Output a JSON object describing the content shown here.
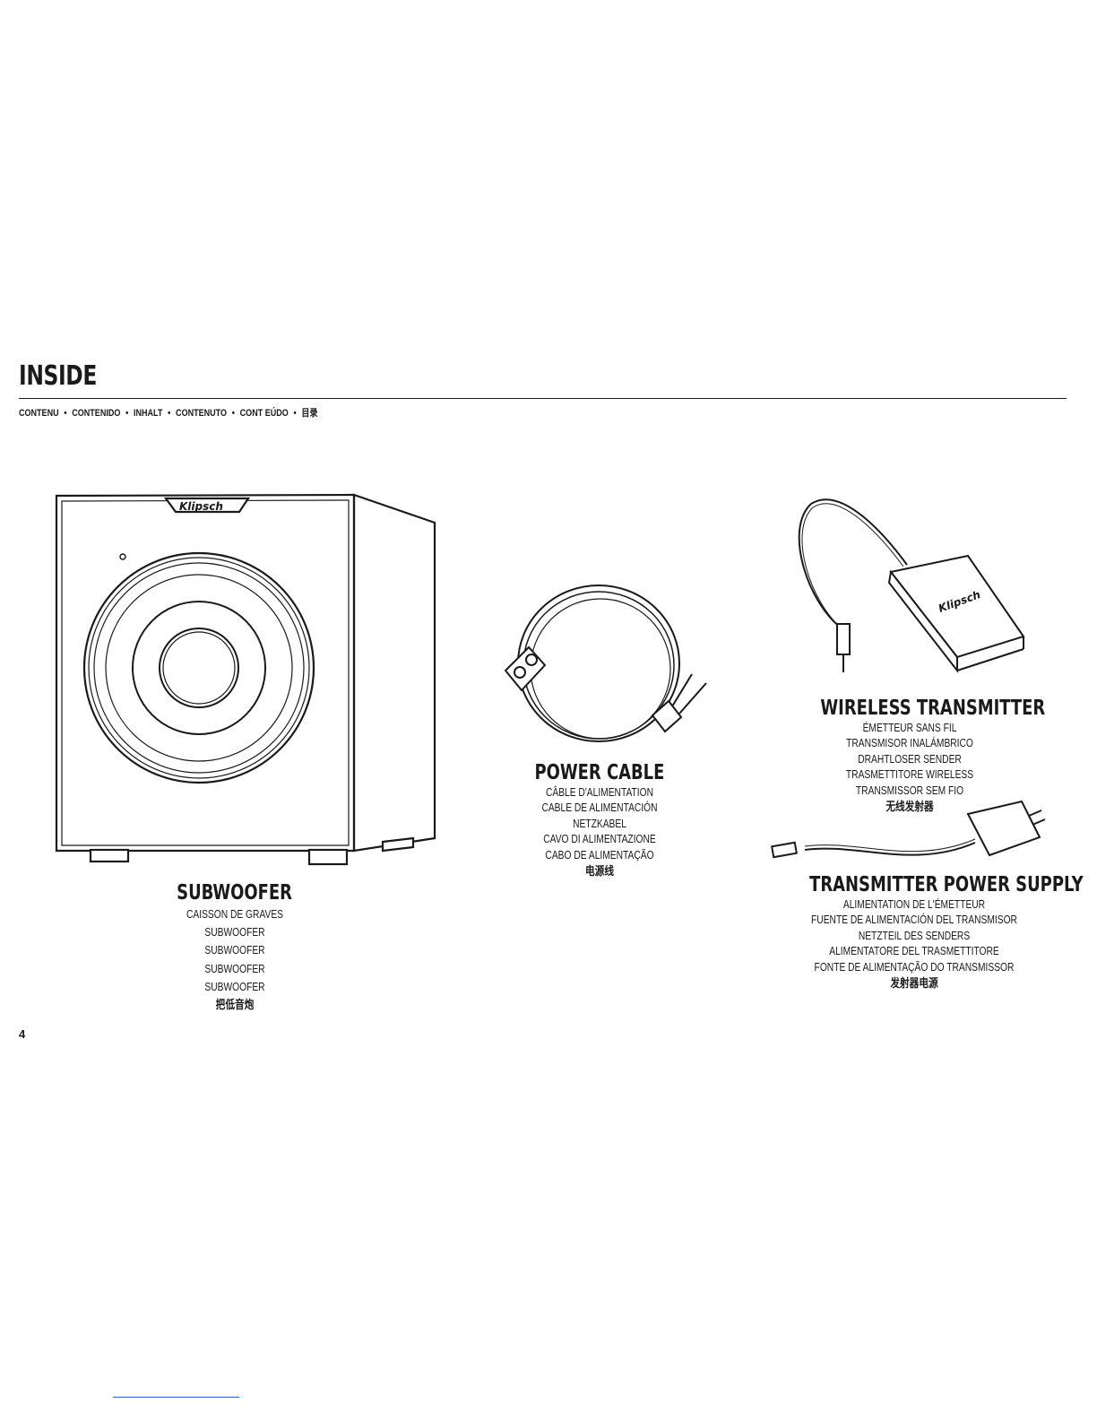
{
  "header": {
    "title": "INSIDE",
    "languages": [
      "CONTENU",
      "CONTENIDO",
      "INHALT",
      "CONTENUTO",
      "CONT EÚDO",
      "目录"
    ],
    "separator": "•"
  },
  "items": {
    "subwoofer": {
      "name": "SUBWOOFER",
      "translations": [
        "CAISSON DE GRAVES",
        "SUBWOOFER",
        "SUBWOOFER",
        "SUBWOOFER",
        "SUBWOOFER",
        "把低音炮"
      ],
      "logo_text": "Klipsch"
    },
    "power_cable": {
      "name": "POWER CABLE",
      "translations": [
        "CÂBLE D'ALIMENTATION",
        "CABLE DE ALIMENTACIÓN",
        "NETZKABEL",
        "CAVO DI ALIMENTAZIONE",
        "CABO DE ALIMENTAÇÃO",
        "电源线"
      ]
    },
    "wireless_transmitter": {
      "name": "WIRELESS TRANSMITTER",
      "translations": [
        "ÉMETTEUR SANS FIL",
        "TRANSMISOR INALÁMBRICO",
        "DRAHTLOSER SENDER",
        "TRASMETTITORE WIRELESS",
        "TRANSMISSOR SEM FIO",
        "无线发射器"
      ],
      "logo_text": "Klipsch"
    },
    "transmitter_power_supply": {
      "name": "TRANSMITTER POWER SUPPLY",
      "translations": [
        "ALIMENTATION DE L'ÉMETTEUR",
        "FUENTE DE ALIMENTACIÓN DEL TRANSMISOR",
        "NETZTEIL DES SENDERS",
        "ALIMENTATORE DEL TRASMETTITORE",
        "FONTE DE ALIMENTAÇÃO DO TRANSMISSOR",
        "发射器电源"
      ]
    }
  },
  "footer": {
    "page_number": "4"
  }
}
